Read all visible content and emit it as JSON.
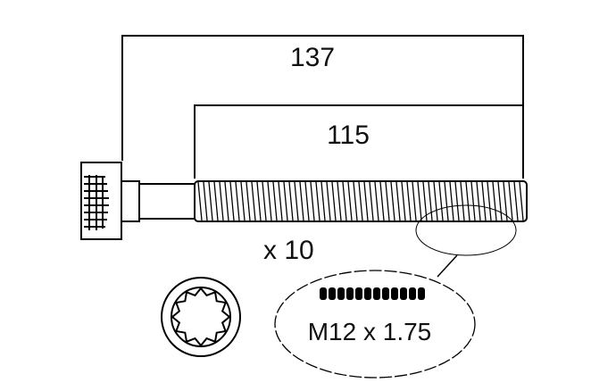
{
  "diagram": {
    "title": "Cylinder head bolt",
    "dimensions": {
      "overall_length": "137",
      "thread_length": "115"
    },
    "quantity": "x 10",
    "thread_spec": "M12 x 1.75",
    "head_drive": "12-point spline",
    "colors": {
      "line": "#000000",
      "background": "#ffffff"
    }
  }
}
